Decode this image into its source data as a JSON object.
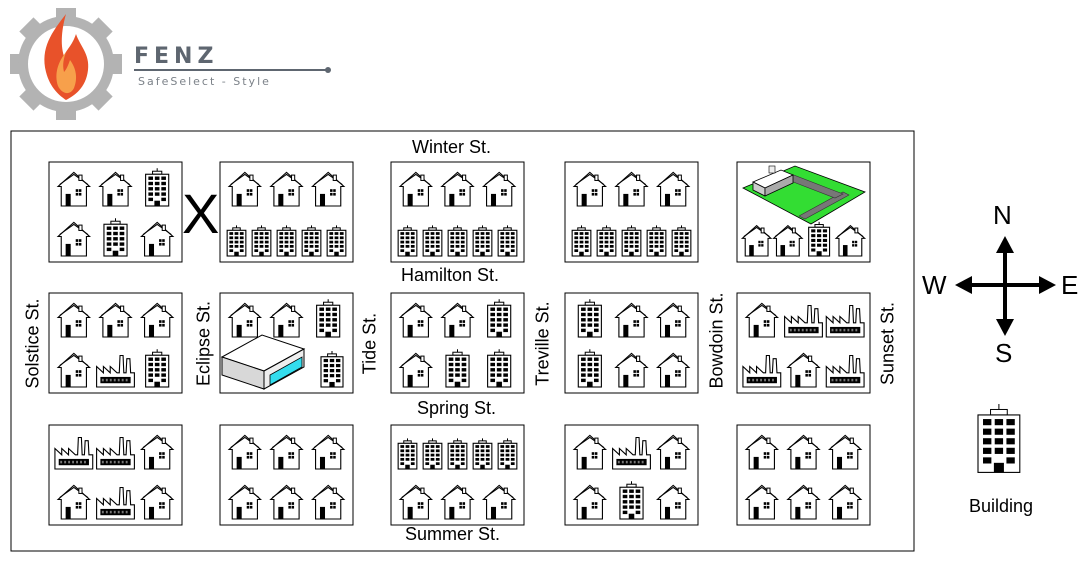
{
  "brand": {
    "name": "FENZ",
    "tagline": "SafeSelect - Style",
    "logo_icon": "flame-gear-icon",
    "gear_color": "#b3b3b3",
    "flame_outer": "#e8522a",
    "flame_inner": "#f7a04b",
    "accent": "#5e6670"
  },
  "streets": {
    "winter": "Winter St.",
    "hamilton": "Hamilton St.",
    "spring": "Spring St.",
    "summer": "Summer St.",
    "solstice": "Solstice St.",
    "eclipse": "Eclipse St.",
    "tide": "Tide St.",
    "treville": "Treville St.",
    "bowdoin": "Bowdoin St.",
    "sunset": "Sunset St."
  },
  "marker": {
    "label": "X"
  },
  "blocks": [
    [
      [
        "house",
        "house",
        "building"
      ],
      [
        "house",
        "building",
        "house"
      ]
    ],
    [
      [
        "house",
        "house",
        "house"
      ],
      [
        "building",
        "building",
        "building",
        "building",
        "building"
      ]
    ],
    [
      [
        "house",
        "house",
        "house"
      ],
      [
        "building",
        "building",
        "building",
        "building",
        "building"
      ]
    ],
    [
      [
        "house",
        "house",
        "house"
      ],
      [
        "building",
        "building",
        "building",
        "building",
        "building"
      ]
    ],
    [
      [
        "airport"
      ],
      [
        "house",
        "house",
        "building",
        "house"
      ]
    ],
    [
      [
        "house",
        "house",
        "house"
      ],
      [
        "house",
        "factory",
        "building"
      ]
    ],
    [
      [
        "house",
        "house",
        "building"
      ],
      [
        "warehouse",
        "building"
      ]
    ],
    [
      [
        "house",
        "house",
        "building"
      ],
      [
        "house",
        "building",
        "building"
      ]
    ],
    [
      [
        "building",
        "house",
        "house"
      ],
      [
        "building",
        "house",
        "house"
      ]
    ],
    [
      [
        "house",
        "factory",
        "factory"
      ],
      [
        "factory",
        "house",
        "factory"
      ]
    ],
    [
      [
        "factory",
        "factory",
        "house"
      ],
      [
        "house",
        "factory",
        "house"
      ]
    ],
    [
      [
        "house",
        "house",
        "house"
      ],
      [
        "house",
        "house",
        "house"
      ]
    ],
    [
      [
        "building",
        "building",
        "building",
        "building",
        "building"
      ],
      [
        "house",
        "house",
        "house"
      ]
    ],
    [
      [
        "house",
        "factory",
        "house"
      ],
      [
        "house",
        "building",
        "house"
      ]
    ],
    [
      [
        "house",
        "house",
        "house"
      ],
      [
        "house",
        "house",
        "house"
      ]
    ]
  ],
  "compass": {
    "north": "N",
    "south": "S",
    "east": "E",
    "west": "W",
    "icon": "compass-arrows-icon"
  },
  "legend": {
    "label": "Building",
    "icon": "building-icon"
  },
  "colors": {
    "airport_grass": "#33dd33",
    "warehouse_accent": "#33ddee"
  }
}
